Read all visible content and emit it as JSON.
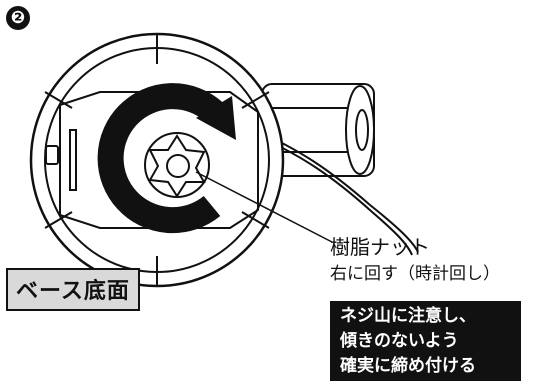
{
  "step": {
    "number": "❷"
  },
  "labels": {
    "base_bottom": "ベース底面",
    "callout_title": "樹脂ナット",
    "callout_instruction": "右に回す（時計回し）"
  },
  "caution": {
    "lines": [
      "ネジ山に注意し、",
      "傾きのないよう",
      "確実に締め付ける"
    ]
  },
  "colors": {
    "ink": "#111111",
    "label_bg": "#d9d9d9",
    "caution_bg": "#111111"
  },
  "icons": {
    "rotation": "clockwise-arrow-icon",
    "nut": "resin-nut-icon"
  }
}
